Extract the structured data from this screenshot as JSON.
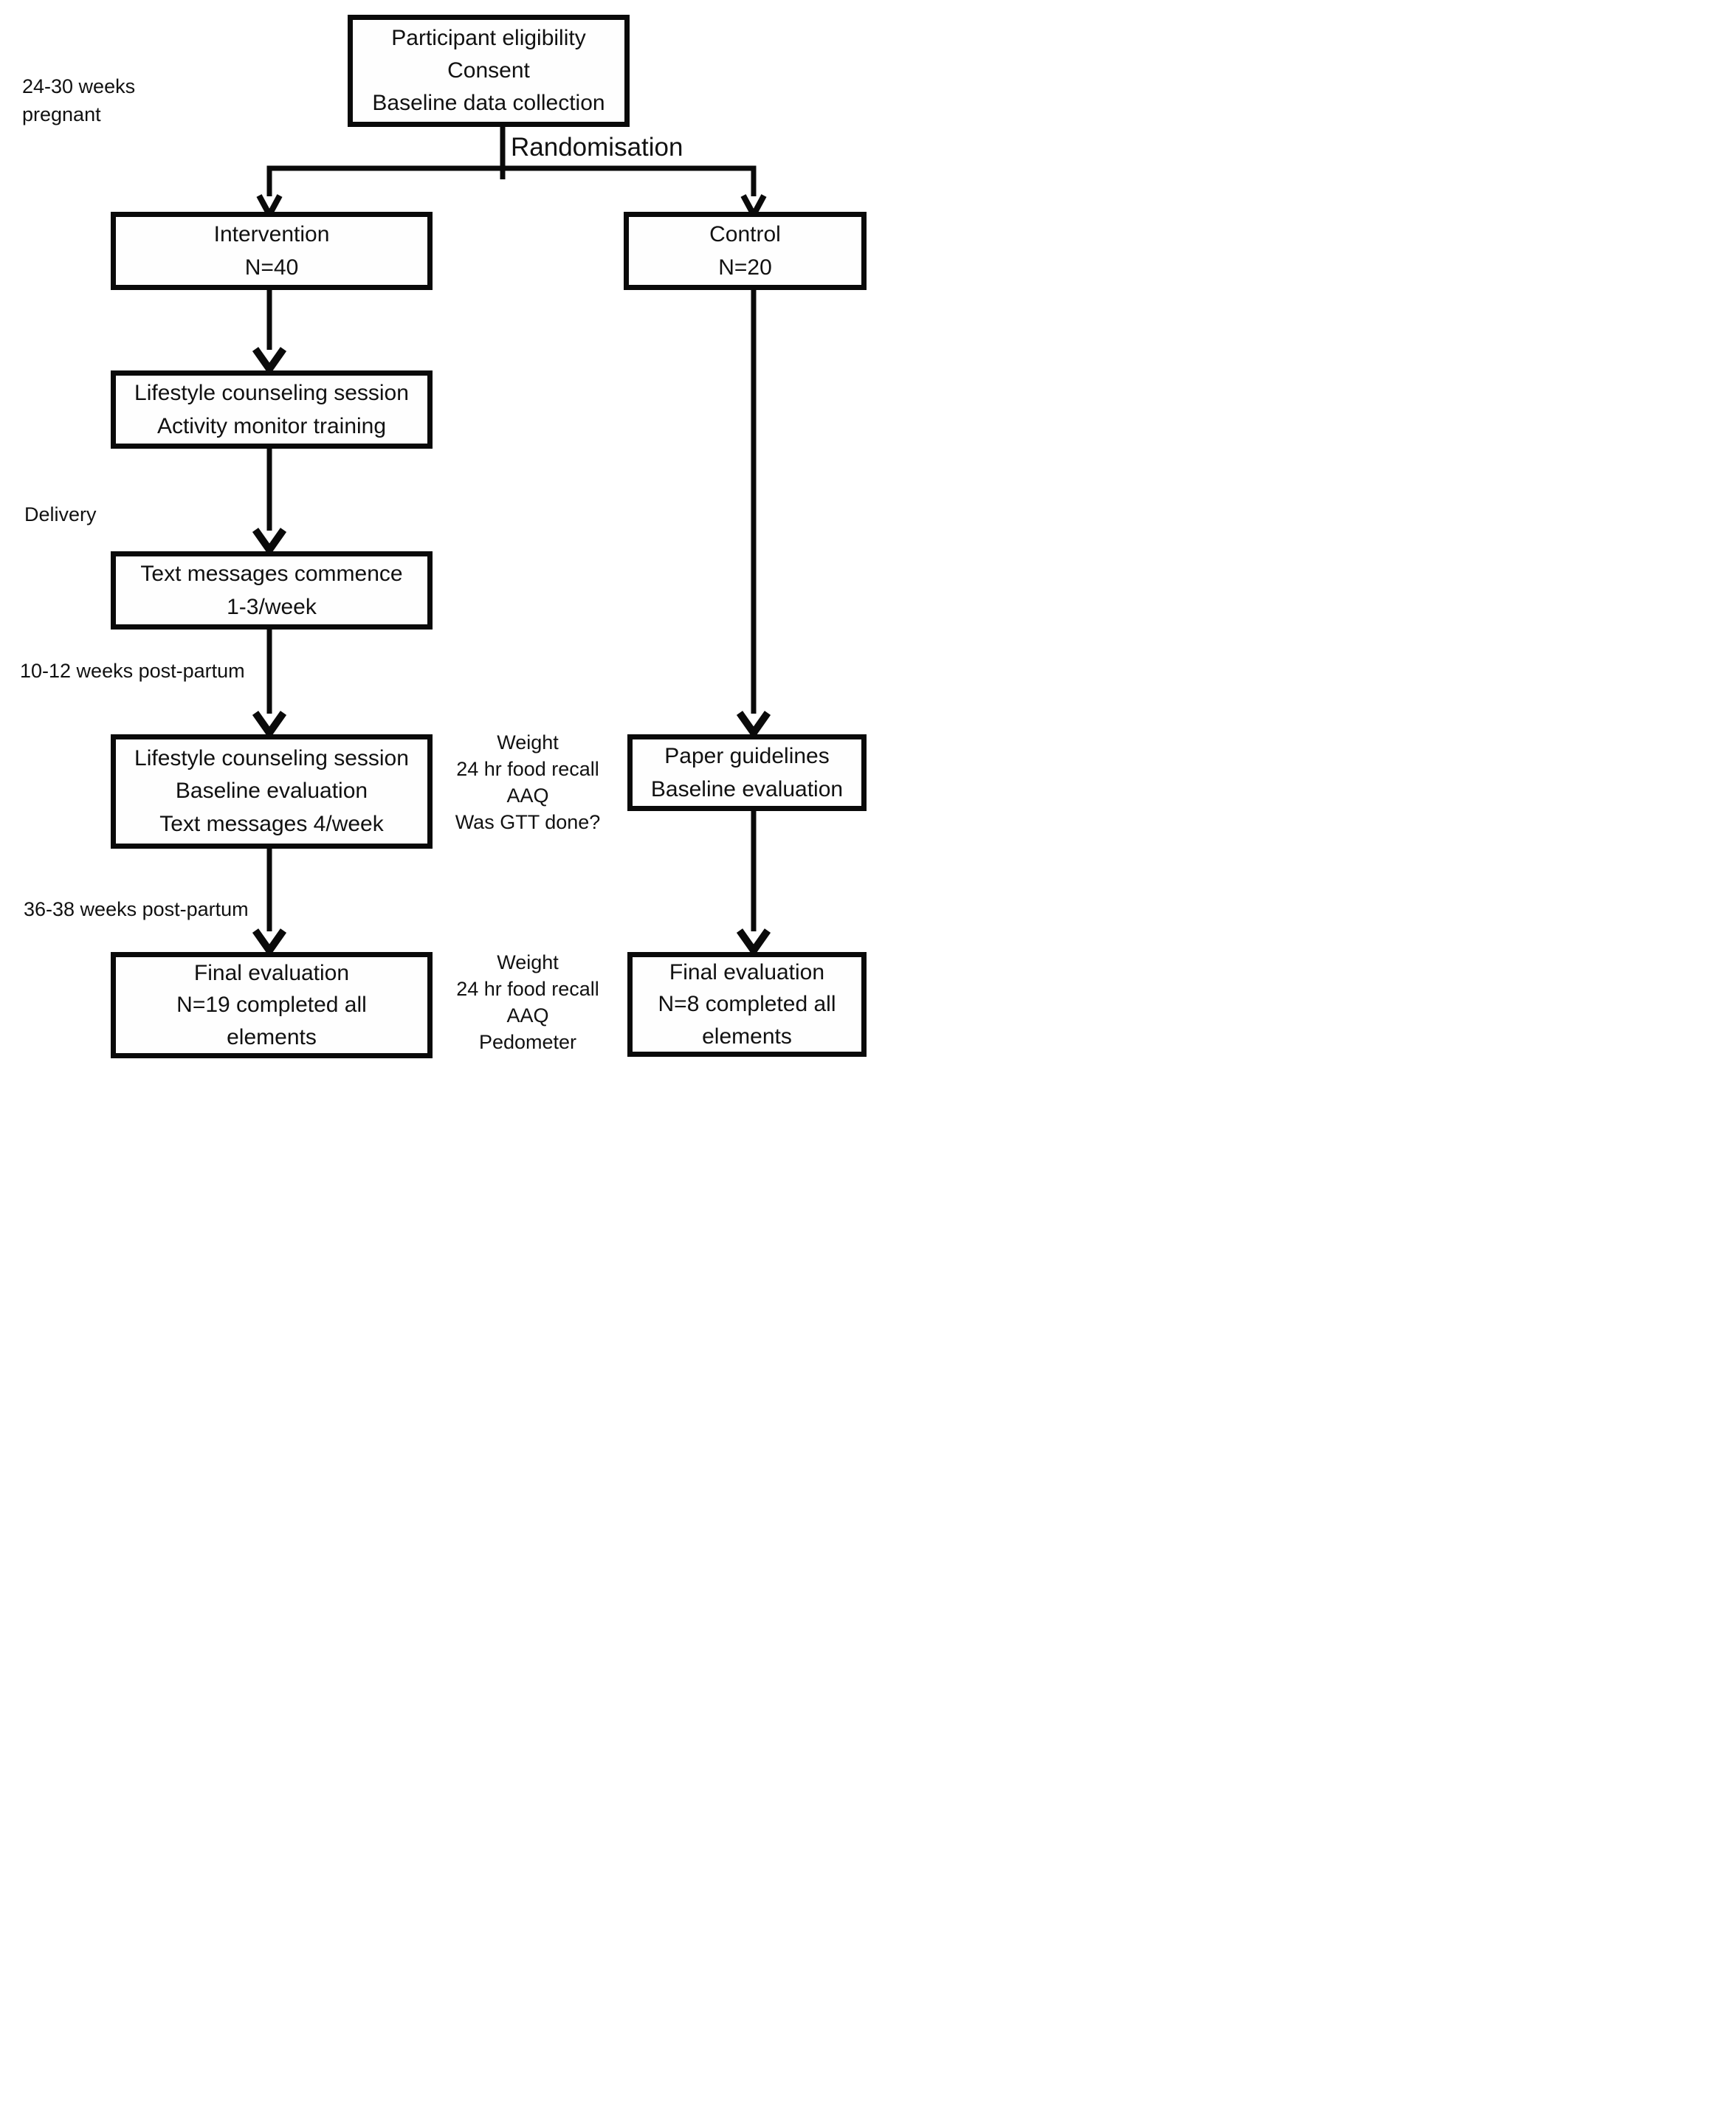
{
  "boxes": {
    "enrollment": "Participant eligibility\nConsent\nBaseline  data collection",
    "intervention": "Intervention\nN=40",
    "control": "Control\nN=20",
    "counseling1": "Lifestyle counseling session\nActivity monitor training",
    "text_messages": "Text messages commence\n1-3/week",
    "counseling2": "Lifestyle counseling session\nBaseline evaluation\nText messages 4/week",
    "paper_guidelines": "Paper guidelines\nBaseline evaluation",
    "final_intervention": "Final evaluation\nN=19 completed all\nelements",
    "final_control": "Final evaluation\nN=8 completed all\nelements"
  },
  "annotations": {
    "pregnant": "24-30 weeks\npregnant",
    "randomisation": "Randomisation",
    "delivery": "Delivery",
    "postpartum_10_12": "10-12 weeks post-partum",
    "postpartum_36_38": "36-38 weeks post-partum",
    "eval_baseline": "Weight\n24 hr food recall\nAAQ\nWas GTT done?",
    "eval_final": "Weight\n24 hr food recall\nAAQ\nPedometer"
  },
  "colors": {
    "line": "#0a0a0a",
    "text": "#111111",
    "background": "#ffffff"
  }
}
